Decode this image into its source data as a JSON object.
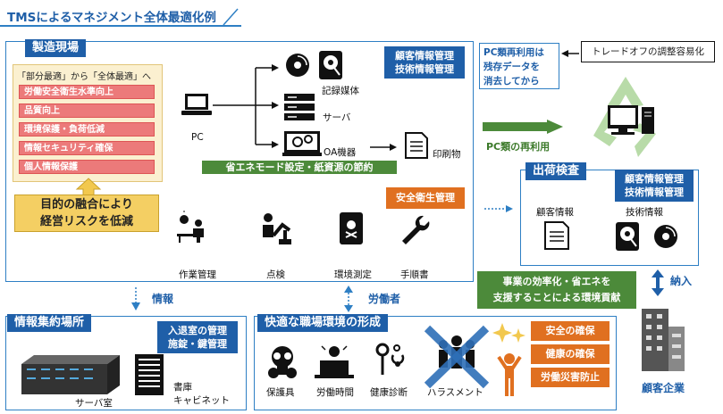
{
  "title": "TMSによるマネジメント全体最適化例",
  "manufacturing": {
    "header": "製造現場",
    "focus_title": "「部分最適」から「全体最適」へ",
    "focus_items": [
      "労働安全衛生水準向上",
      "品質向上",
      "環境保護・負荷低減",
      "情報セキュリティ確保",
      "個人情報保護"
    ],
    "purpose_line1": "目的の融合により",
    "purpose_line2": "経営リスクを低減",
    "pc_label": "PC",
    "media_label": "記録媒体",
    "server_label": "サーバ",
    "oa_label": "OA機器",
    "print_label": "印刷物",
    "eco_bar": "省エネモード設定・紙資源の節約",
    "customer_tag_line1": "顧客情報管理",
    "customer_tag_line2": "技術情報管理",
    "safety_tag": "安全衛生管理",
    "work_items": [
      "作業管理",
      "点検",
      "環境測定",
      "手順書"
    ]
  },
  "pc_reuse": {
    "note_line1": "PC類再利用は",
    "note_line2": "残存データを",
    "note_line3": "消去してから",
    "tradeoff": "トレードオフの調整容易化",
    "arrow_label": "PC類の再利用"
  },
  "shipping": {
    "header": "出荷検査",
    "tag_line1": "顧客情報管理",
    "tag_line2": "技術情報管理",
    "customer_info": "顧客情報",
    "tech_info": "技術情報"
  },
  "eco_contribution": {
    "line1": "事業の効率化・省エネを",
    "line2": "支援することによる環境貢献"
  },
  "delivery_label": "納入",
  "client_label": "顧客企業",
  "info_arrow_label": "情報",
  "worker_arrow_label": "労働者",
  "info_center": {
    "header": "情報集約場所",
    "tag_line1": "入退室の管理",
    "tag_line2": "施錠・鍵管理",
    "server_room": "サーバ室",
    "cabinet_line1": "書庫",
    "cabinet_line2": "キャビネット"
  },
  "workplace": {
    "header": "快適な職場環境の形成",
    "items": [
      "保護具",
      "労働時間",
      "健康診断",
      "ハラスメント"
    ],
    "tags": [
      "安全の確保",
      "健康の確保",
      "労働災害防止"
    ]
  },
  "colors": {
    "accent_blue": "#1f5fa8",
    "green": "#4c8a3a",
    "orange": "#e07020",
    "pink": "#ec7a7a"
  }
}
